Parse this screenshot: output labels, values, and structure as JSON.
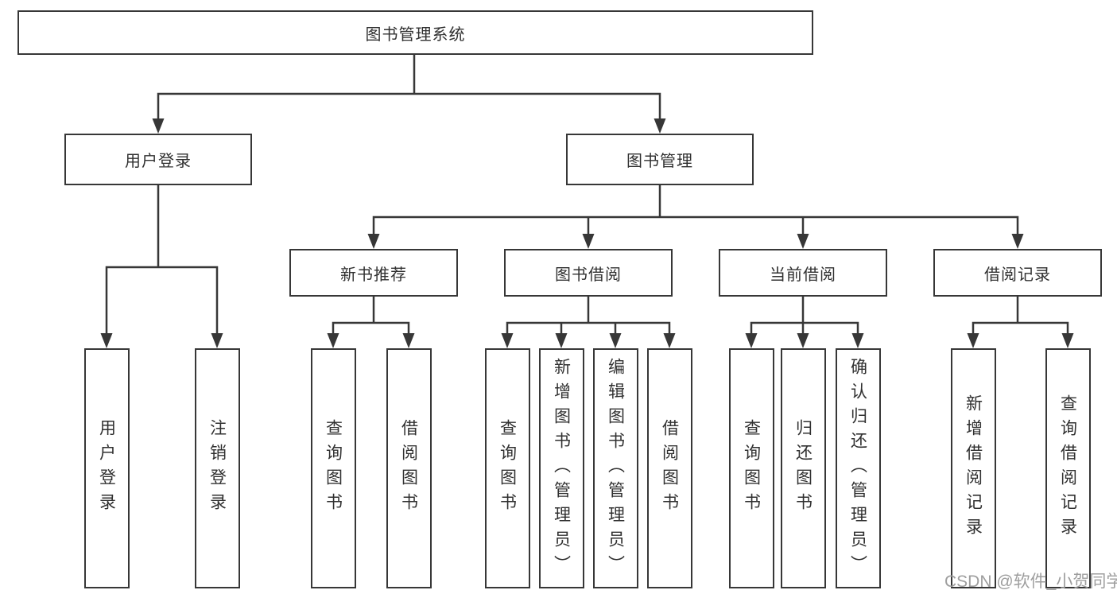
{
  "diagram": {
    "root": "图书管理系统",
    "level2": [
      "用户登录",
      "图书管理"
    ],
    "level3": [
      "新书推荐",
      "图书借阅",
      "当前借阅",
      "借阅记录"
    ],
    "leaves": [
      "用户登录",
      "注销登录",
      "查询图书",
      "借阅图书",
      "查询图书",
      "新增图书（管理员）",
      "编辑图书（管理员）",
      "借阅图书",
      "查询图书",
      "归还图书",
      "确认归还（管理员）",
      "新增借阅记录",
      "查询借阅记录"
    ],
    "colors": {
      "line": "#373737",
      "text": "#303030",
      "background": "#ffffff",
      "watermark": "#9e9e9e"
    },
    "watermark": "CSDN @软件_小贺同学"
  }
}
